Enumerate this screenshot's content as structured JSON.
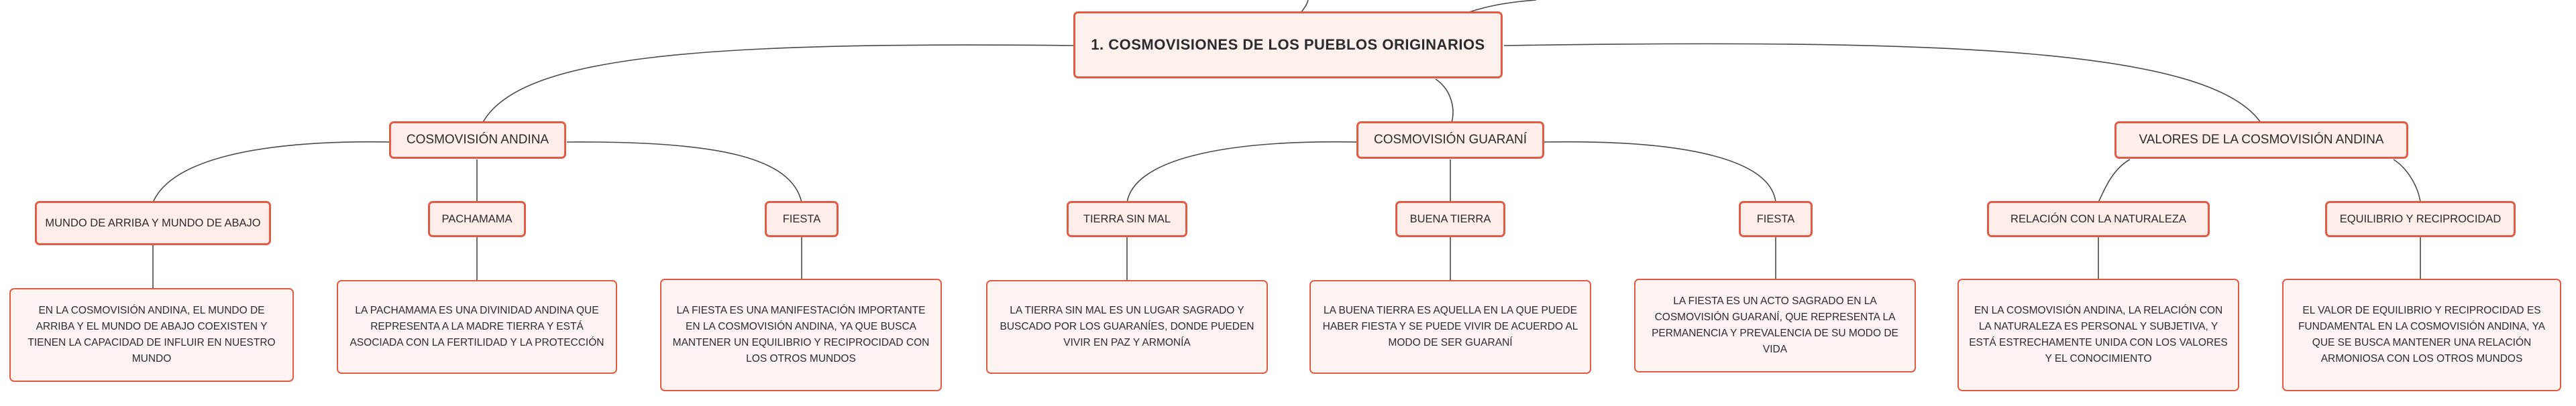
{
  "root": {
    "label": "1. COSMOVISIONES DE LOS PUEBLOS ORIGINARIOS"
  },
  "branches": [
    {
      "label": "COSMOVISIÓN ANDINA",
      "children": [
        {
          "label": "MUNDO DE ARRIBA Y MUNDO DE ABAJO",
          "detail": "EN LA COSMOVISIÓN ANDINA, EL MUNDO DE ARRIBA Y EL MUNDO DE ABAJO COEXISTEN Y TIENEN LA CAPACIDAD DE INFLUIR EN NUESTRO MUNDO"
        },
        {
          "label": "PACHAMAMA",
          "detail": "LA PACHAMAMA ES UNA DIVINIDAD ANDINA QUE REPRESENTA A LA MADRE TIERRA Y ESTÁ ASOCIADA CON LA FERTILIDAD Y LA PROTECCIÓN"
        },
        {
          "label": "FIESTA",
          "detail": "LA FIESTA ES UNA MANIFESTACIÓN IMPORTANTE EN LA COSMOVISIÓN ANDINA, YA QUE BUSCA MANTENER UN EQUILIBRIO Y RECIPROCIDAD CON LOS OTROS MUNDOS"
        }
      ]
    },
    {
      "label": "COSMOVISIÓN GUARANÍ",
      "children": [
        {
          "label": "TIERRA SIN MAL",
          "detail": "LA TIERRA SIN MAL ES UN LUGAR SAGRADO Y BUSCADO POR LOS GUARANÍES, DONDE PUEDEN VIVIR EN PAZ Y ARMONÍA"
        },
        {
          "label": "BUENA TIERRA",
          "detail": "LA BUENA TIERRA ES AQUELLA EN LA QUE PUEDE HABER FIESTA Y SE PUEDE VIVIR DE ACUERDO AL MODO DE SER GUARANÍ"
        },
        {
          "label": "FIESTA",
          "detail": "LA FIESTA ES UN ACTO SAGRADO EN LA COSMOVISIÓN GUARANÍ, QUE REPRESENTA LA PERMANENCIA Y PREVALENCIA DE SU MODO DE VIDA"
        }
      ]
    },
    {
      "label": "VALORES DE LA COSMOVISIÓN ANDINA",
      "children": [
        {
          "label": "RELACIÓN CON LA NATURALEZA",
          "detail": "EN LA COSMOVISIÓN ANDINA, LA RELACIÓN CON LA NATURALEZA ES PERSONAL Y SUBJETIVA, Y ESTÁ ESTRECHAMENTE UNIDA CON LOS VALORES Y EL CONOCIMIENTO"
        },
        {
          "label": "EQUILIBRIO Y RECIPROCIDAD",
          "detail": "EL VALOR DE EQUILIBRIO Y RECIPROCIDAD ES FUNDAMENTAL EN LA COSMOVISIÓN ANDINA, YA QUE SE BUSCA MANTENER UNA RELACIÓN ARMONIOSA CON LOS OTROS MUNDOS"
        }
      ]
    }
  ]
}
